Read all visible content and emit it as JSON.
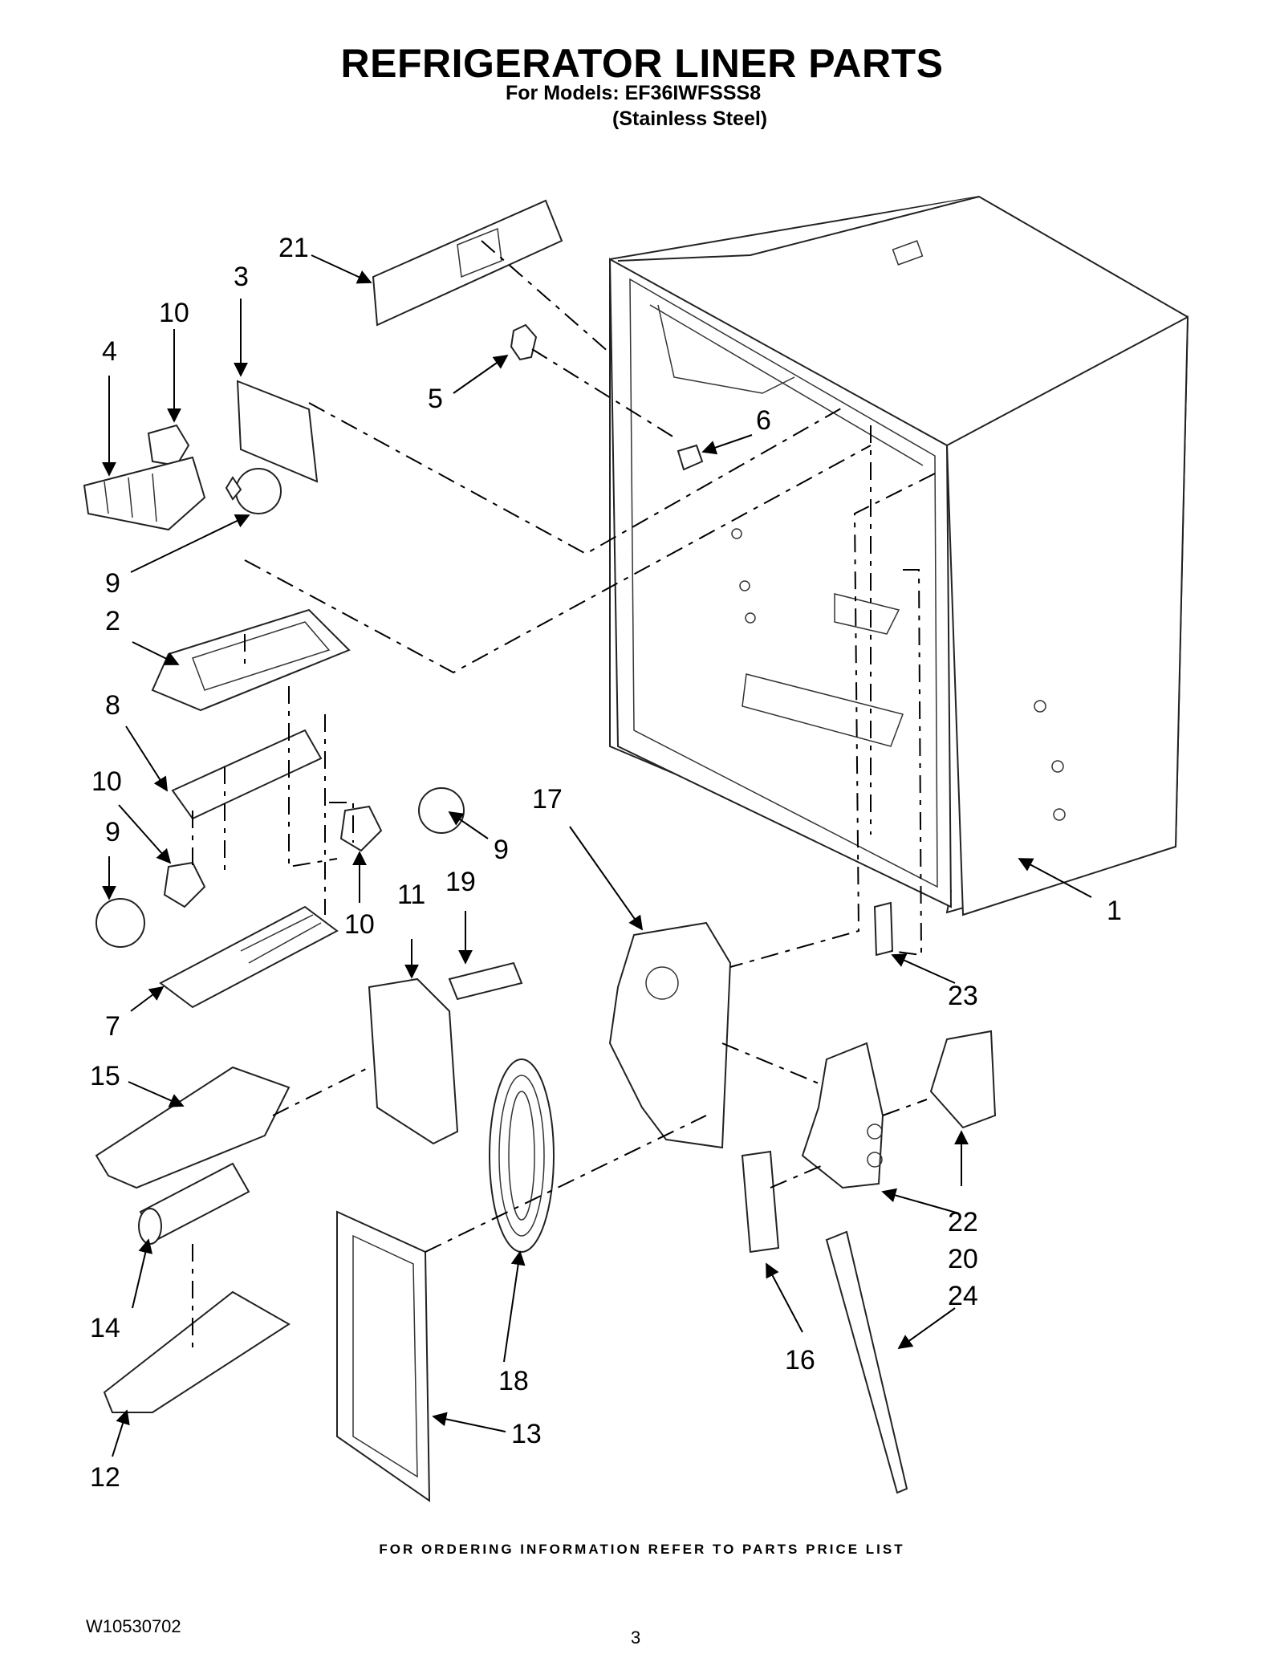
{
  "header": {
    "title": "REFRIGERATOR LINER PARTS",
    "models_line": "For Models: EF36IWFSSS8",
    "finish_line": "(Stainless Steel)"
  },
  "callouts": [
    "1",
    "2",
    "3",
    "4",
    "5",
    "6",
    "7",
    "8",
    "9",
    "9",
    "9",
    "10",
    "10",
    "10",
    "11",
    "12",
    "13",
    "14",
    "15",
    "16",
    "17",
    "18",
    "19",
    "20",
    "21",
    "22",
    "23",
    "24"
  ],
  "footer": {
    "ordering_note": "FOR ORDERING INFORMATION REFER TO PARTS PRICE LIST",
    "document_number": "W10530702",
    "page_number": "3"
  }
}
